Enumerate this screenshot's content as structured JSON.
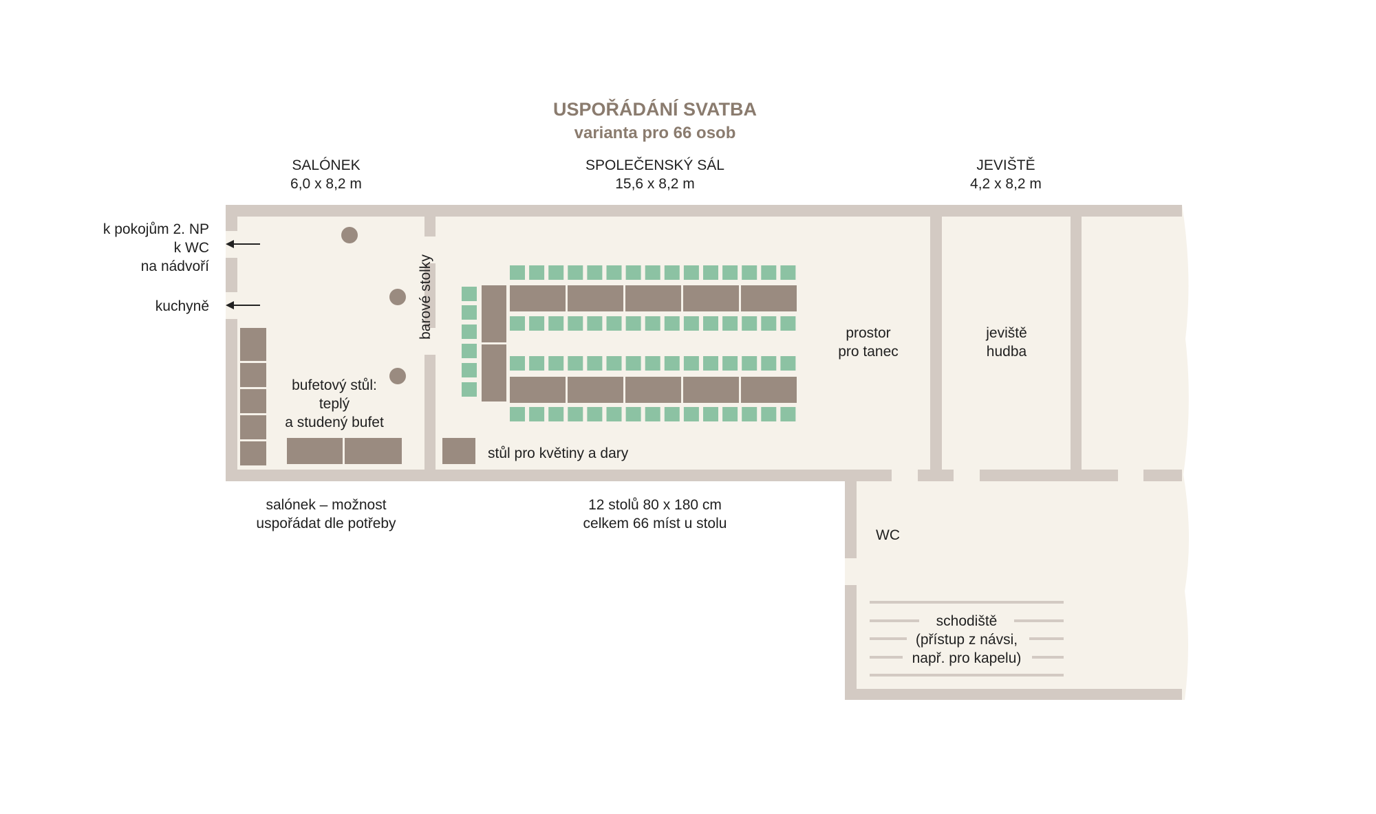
{
  "title": "USPOŘÁDÁNÍ SVATBA",
  "subtitle": "varianta pro 66 osob",
  "rooms": {
    "salonek": {
      "name": "SALÓNEK",
      "size": "6,0 x 8,2 m"
    },
    "sal": {
      "name": "SPOLEČENSKÝ SÁL",
      "size": "15,6 x 8,2 m"
    },
    "jeviste": {
      "name": "JEVIŠTĚ",
      "size": "4,2 x 8,2 m"
    }
  },
  "directions": {
    "line1": "k pokojům 2. NP",
    "line2": "k WC",
    "line3": "na nádvoří",
    "kitchen": "kuchyně"
  },
  "labels": {
    "bar_tables": "barové stolky",
    "buffet_line1": "bufetový stůl:",
    "buffet_line2": "teplý",
    "buffet_line3": "a studený bufet",
    "flowers_table": "stůl pro květiny a dary",
    "dance_line1": "prostor",
    "dance_line2": "pro tanec",
    "stage_line1": "jeviště",
    "stage_line2": "hudba",
    "wc": "WC",
    "stairs_line1": "schodiště",
    "stairs_line2": "(přístup z návsi,",
    "stairs_line3": "např. pro kapelu)"
  },
  "notes": {
    "salonek_line1": "salónek – možnost",
    "salonek_line2": "uspořádat dle potřeby",
    "tables_line1": "12 stolů 80 x 180 cm",
    "tables_line2": "celkem 66 míst u stolu"
  },
  "colors": {
    "wall": "#d3cac3",
    "floor": "#f6f2ea",
    "table": "#9a8b80",
    "chair": "#8cc2a3",
    "title": "#8a7b6e"
  }
}
